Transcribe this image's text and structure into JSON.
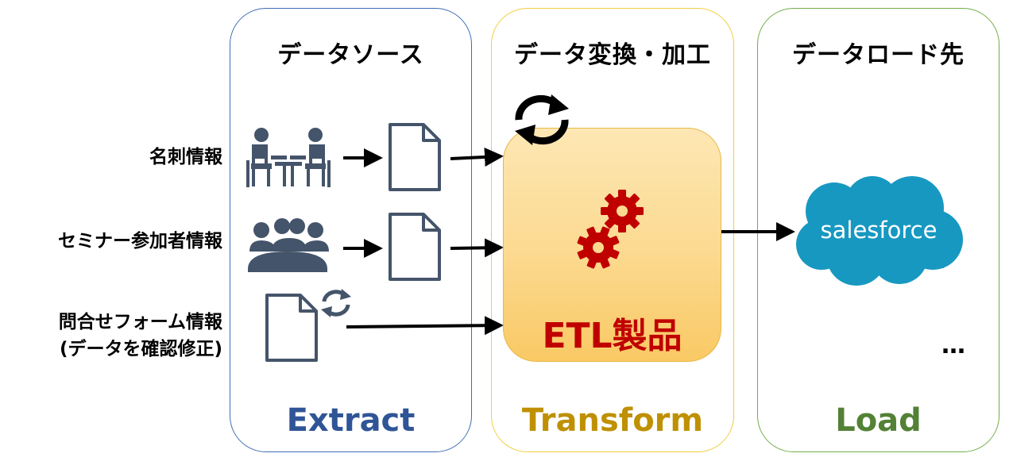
{
  "panels": {
    "extract": {
      "title": "データソース",
      "footer": "Extract"
    },
    "transform": {
      "title": "データ変換・加工",
      "footer": "Transform"
    },
    "load": {
      "title": "データロード先",
      "footer": "Load"
    }
  },
  "sources": [
    {
      "label": "名刺情報",
      "icon": "business-meeting-icon"
    },
    {
      "label": "セミナー参加者情報",
      "icon": "audience-icon"
    },
    {
      "label": "問合せフォーム情報",
      "note": "(データを確認修正)",
      "icon": "sync-document-icon"
    }
  ],
  "etl": {
    "label": "ETL製品",
    "icon": "gears-icon"
  },
  "destinations": [
    {
      "label": "salesforce",
      "icon": "salesforce-cloud-icon"
    }
  ],
  "more_destinations": "…",
  "colors": {
    "extract": "#2f5597",
    "transform": "#bf9000",
    "load": "#538135",
    "etl_text": "#c00000",
    "icon": "#44546a",
    "salesforce_blue": "#1798c1"
  }
}
